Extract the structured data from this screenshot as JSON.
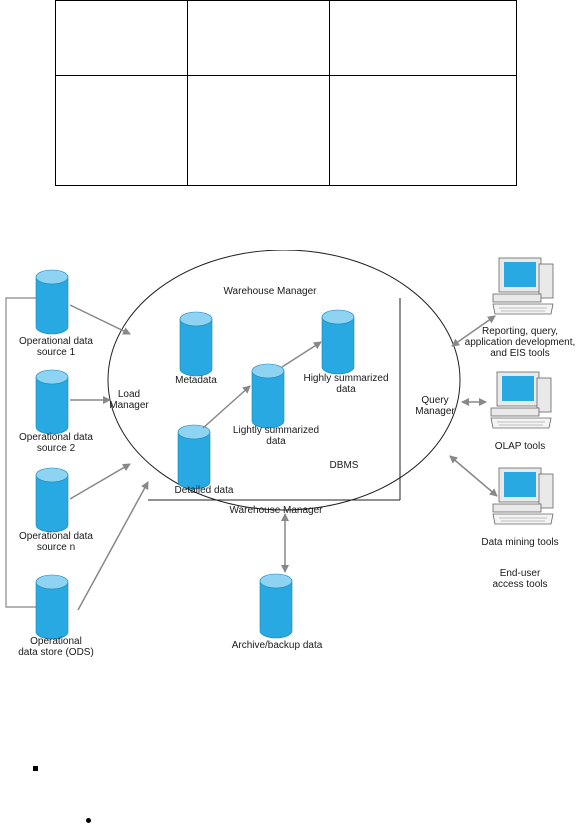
{
  "diagram": {
    "sources": [
      {
        "line1": "Operational data",
        "line2": "source 1"
      },
      {
        "line1": "Operational data",
        "line2": "source 2"
      },
      {
        "line1": "Operational data",
        "line2": "source n"
      },
      {
        "line1": "Operational",
        "line2": "data store (ODS)"
      }
    ],
    "load_manager": {
      "line1": "Load",
      "line2": "Manager"
    },
    "warehouse_top": "Warehouse Manager",
    "warehouse_bottom": "Warehouse Manager",
    "metadata": "Metadata",
    "detailed": "Detailed data",
    "lightly": {
      "line1": "Lightly summarized",
      "line2": "data"
    },
    "highly": {
      "line1": "Highly summarized",
      "line2": "data"
    },
    "dbms": "DBMS",
    "query_manager": {
      "line1": "Query",
      "line2": "Manager"
    },
    "tools": {
      "reporting": {
        "line1": "Reporting, query,",
        "line2": "application development,",
        "line3": "and EIS tools"
      },
      "olap": "OLAP tools",
      "mining": "Data mining tools",
      "enduser": {
        "line1": "End-user",
        "line2": "access tools"
      }
    },
    "archive": "Archive/backup data"
  },
  "colors": {
    "cylinder_fill": "#29a9e1",
    "cylinder_top": "#8fd3f2",
    "arrow": "#888888",
    "monitor": "#29a9e1"
  }
}
